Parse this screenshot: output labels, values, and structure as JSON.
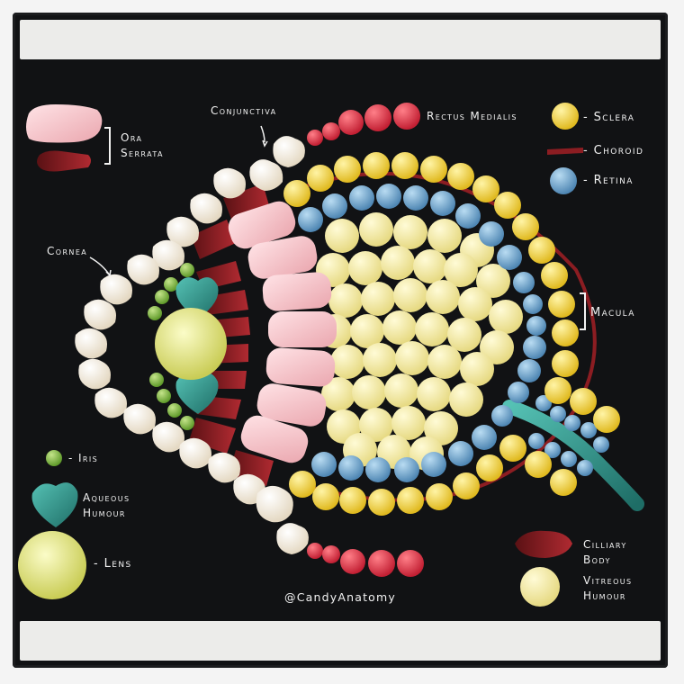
{
  "labels": {
    "ora_serrata_line1": "Ora",
    "ora_serrata_line2": "Serrata",
    "conjunctiva": "Conjunctiva",
    "rectus_medialis": "Rectus Medialis",
    "cornea": "Cornea",
    "sclera": "- Sclera",
    "choroid": "- Choroid",
    "retina": "- Retina",
    "macula": "Macula",
    "iris": "- Iris",
    "aqueous_line1": "Aqueous",
    "aqueous_line2": "Humour",
    "lens": "- Lens",
    "ciliary_line1": "Cilliary",
    "ciliary_line2": "Body",
    "vitreous_line1": "Vitreous",
    "vitreous_line2": "Humour"
  },
  "credit": "@CandyAnatomy",
  "colors": {
    "board": "#111214",
    "sclera_yellow": "#f1d23a",
    "retina_blue": "#6fa6cf",
    "vitreous": "#f3eba0",
    "cornea_white": "#f7efe0",
    "pink": "#f6c3c7",
    "red": "#e0394a",
    "iris_green": "#8dc04a",
    "aqueous_teal": "#2f8f86",
    "lens": "#e7ea8e",
    "choroid": "#8c1d22"
  }
}
